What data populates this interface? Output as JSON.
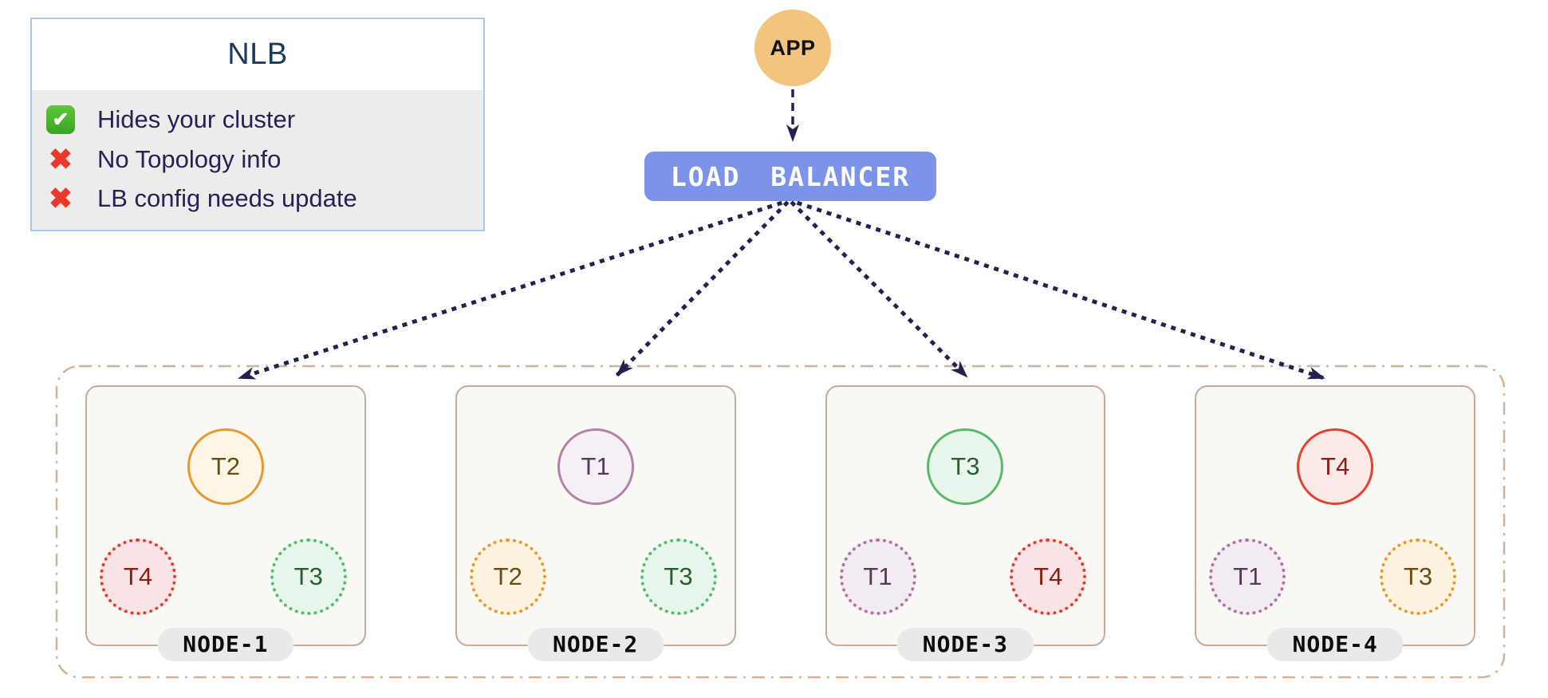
{
  "legend": {
    "title": "NLB",
    "items": [
      {
        "icon": "check",
        "text": "Hides your cluster"
      },
      {
        "icon": "cross",
        "text": "No Topology info"
      },
      {
        "icon": "cross",
        "text": "LB config needs update"
      }
    ]
  },
  "app": {
    "label": "APP"
  },
  "load_balancer": {
    "label": "LOAD BALANCER"
  },
  "nodes": [
    {
      "name": "NODE-1",
      "primary": {
        "label": "T2",
        "color": "orange"
      },
      "secondary": [
        {
          "label": "T4",
          "color": "red"
        },
        {
          "label": "T3",
          "color": "green"
        }
      ]
    },
    {
      "name": "NODE-2",
      "primary": {
        "label": "T1",
        "color": "purple"
      },
      "secondary": [
        {
          "label": "T2",
          "color": "orange"
        },
        {
          "label": "T3",
          "color": "green"
        }
      ]
    },
    {
      "name": "NODE-3",
      "primary": {
        "label": "T3",
        "color": "green"
      },
      "secondary": [
        {
          "label": "T1",
          "color": "purple"
        },
        {
          "label": "T4",
          "color": "red"
        }
      ]
    },
    {
      "name": "NODE-4",
      "primary": {
        "label": "T4",
        "color": "red"
      },
      "secondary": [
        {
          "label": "T1",
          "color": "purple"
        },
        {
          "label": "T3",
          "color": "orange"
        }
      ]
    }
  ],
  "colors": {
    "app_circle": "#f2c480",
    "load_balancer": "#7b94ea",
    "arrow": "#232150",
    "cluster_border": "#cfb49b",
    "node_border": "#c5ab9b",
    "node_fill": "#faf8f5",
    "node_label_bg": "#e9e9e9",
    "legend_border": "#abc8ea",
    "legend_body_bg": "#ececec",
    "legend_title": "#1b3a63",
    "legend_text": "#262253",
    "check_green": "#45b62e",
    "cross_red": "#e8392a",
    "t_orange": "#e8992e",
    "t_red": "#e6402f",
    "t_green": "#57ba6b",
    "t_purple": "#b183a8"
  }
}
